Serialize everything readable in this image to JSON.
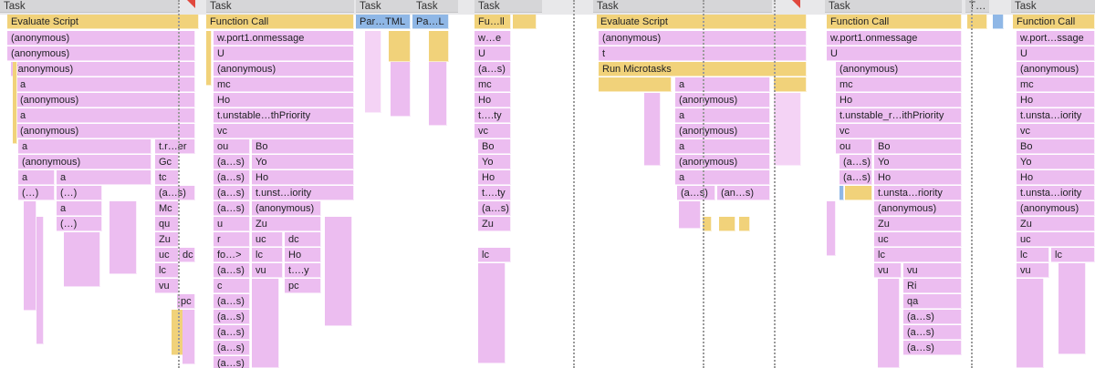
{
  "colors": {
    "scripting": "#f1d27a",
    "js_frame": "#ecbdf0",
    "parse_html": "#8fb7e6",
    "long_task_marker": "#e0483e"
  },
  "labels": {
    "task": "Task",
    "evaluate_script": "Evaluate Script",
    "function_call": "Function Call",
    "parse_html_1": "Par…TML",
    "parse_html_2": "Pa…L",
    "fu_ll": "Fu…ll",
    "t_dots": "T…",
    "anonymous": "(anonymous)",
    "a": "a",
    "a_dots_s": "(a…s)",
    "ellipsis": "(…)",
    "t_r_er": "t.r…er",
    "Gc": "Gc",
    "tc": "tc",
    "Mc": "Mc",
    "qu": "qu",
    "Zu": "Zu",
    "uc": "uc",
    "dc": "dc",
    "lc": "lc",
    "vu": "vu",
    "pc": "pc",
    "w_port1_onmessage": "w.port1.onmessage",
    "U": "U",
    "mc": "mc",
    "Ho": "Ho",
    "vc": "vc",
    "ou": "ou",
    "Bo": "Bo",
    "Yo": "Yo",
    "t_unstable_thpriority": "t.unstable…thPriority",
    "t_unst_iority": "t.unst…iority",
    "u": "u",
    "r": "r",
    "c": "c",
    "fo": "fo…>",
    "t_y": "t….y",
    "w_e": "w…e",
    "a_s_short": "(a…s)",
    "t_ty": "t….ty",
    "t": "t",
    "run_microtasks": "Run Microtasks",
    "a_s_an_s": "(an…s)",
    "t_unstable_r_ithpriority": "t.unstable_r…ithPriority",
    "t_unsta_riority": "t.unsta…riority",
    "Ri": "Ri",
    "qa": "qa",
    "w_port_ssage": "w.port…ssage",
    "t_unsta_iority": "t.unsta…iority"
  }
}
